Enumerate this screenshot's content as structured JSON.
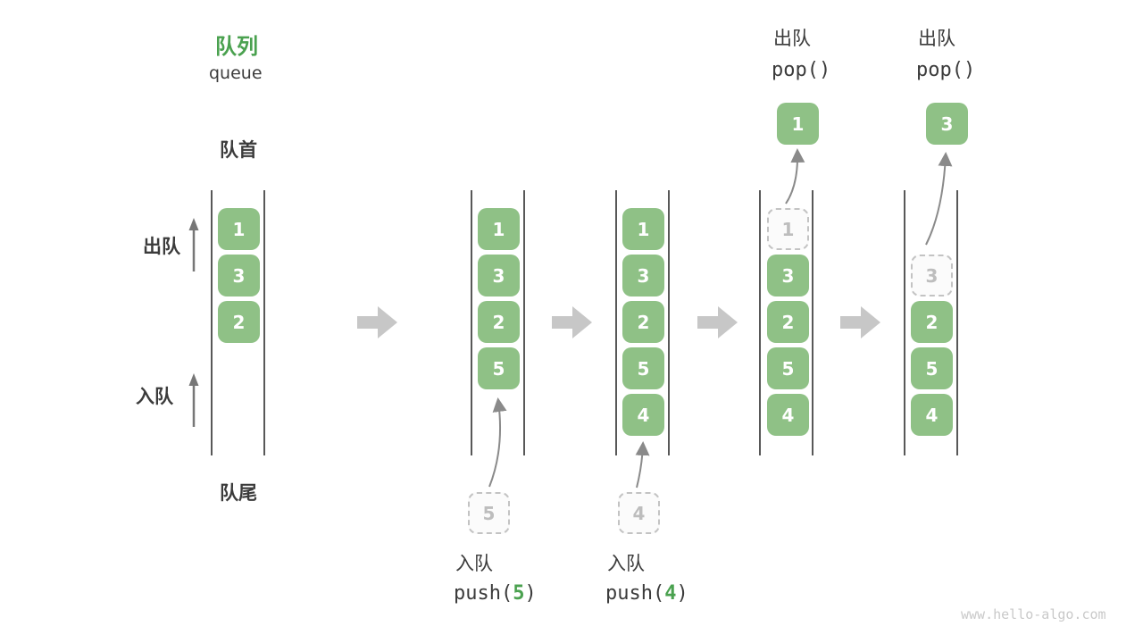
{
  "title": {
    "zh": "队列",
    "en": "queue"
  },
  "side_labels": {
    "front": "队首",
    "rear": "队尾",
    "dequeue": "出队",
    "enqueue": "入队"
  },
  "colors": {
    "box_green": "#8FC186",
    "title_green": "#4AA14F",
    "code_num_green": "#4AA14F",
    "channel_line": "#585858",
    "flow_arrow_gray": "#c7c7c7",
    "ghost_border": "#c3c3c3"
  },
  "watermark": "www.hello-algo.com",
  "stages": [
    {
      "name": "initial",
      "slots": [
        {
          "value": "1",
          "ghost": false
        },
        {
          "value": "3",
          "ghost": false
        },
        {
          "value": "2",
          "ghost": false
        }
      ]
    },
    {
      "name": "after-push-5",
      "slots": [
        {
          "value": "1",
          "ghost": false
        },
        {
          "value": "3",
          "ghost": false
        },
        {
          "value": "2",
          "ghost": false
        },
        {
          "value": "5",
          "ghost": false
        }
      ],
      "staged": {
        "value": "5"
      },
      "op": {
        "label": "入队",
        "code_pre": "push(",
        "code_num": "5",
        "code_post": ")"
      }
    },
    {
      "name": "after-push-4",
      "slots": [
        {
          "value": "1",
          "ghost": false
        },
        {
          "value": "3",
          "ghost": false
        },
        {
          "value": "2",
          "ghost": false
        },
        {
          "value": "5",
          "ghost": false
        },
        {
          "value": "4",
          "ghost": false
        }
      ],
      "staged": {
        "value": "4"
      },
      "op": {
        "label": "入队",
        "code_pre": "push(",
        "code_num": "4",
        "code_post": ")"
      }
    },
    {
      "name": "after-pop-1",
      "slots": [
        {
          "value": "1",
          "ghost": true
        },
        {
          "value": "3",
          "ghost": false
        },
        {
          "value": "2",
          "ghost": false
        },
        {
          "value": "5",
          "ghost": false
        },
        {
          "value": "4",
          "ghost": false
        }
      ],
      "popped": {
        "value": "1"
      },
      "op": {
        "label": "出队",
        "code": "pop()"
      }
    },
    {
      "name": "after-pop-3",
      "slots": [
        {
          "value": "3",
          "ghost": true
        },
        {
          "value": "2",
          "ghost": false
        },
        {
          "value": "5",
          "ghost": false
        },
        {
          "value": "4",
          "ghost": false
        }
      ],
      "popped": {
        "value": "3"
      },
      "op": {
        "label": "出队",
        "code": "pop()"
      }
    }
  ]
}
